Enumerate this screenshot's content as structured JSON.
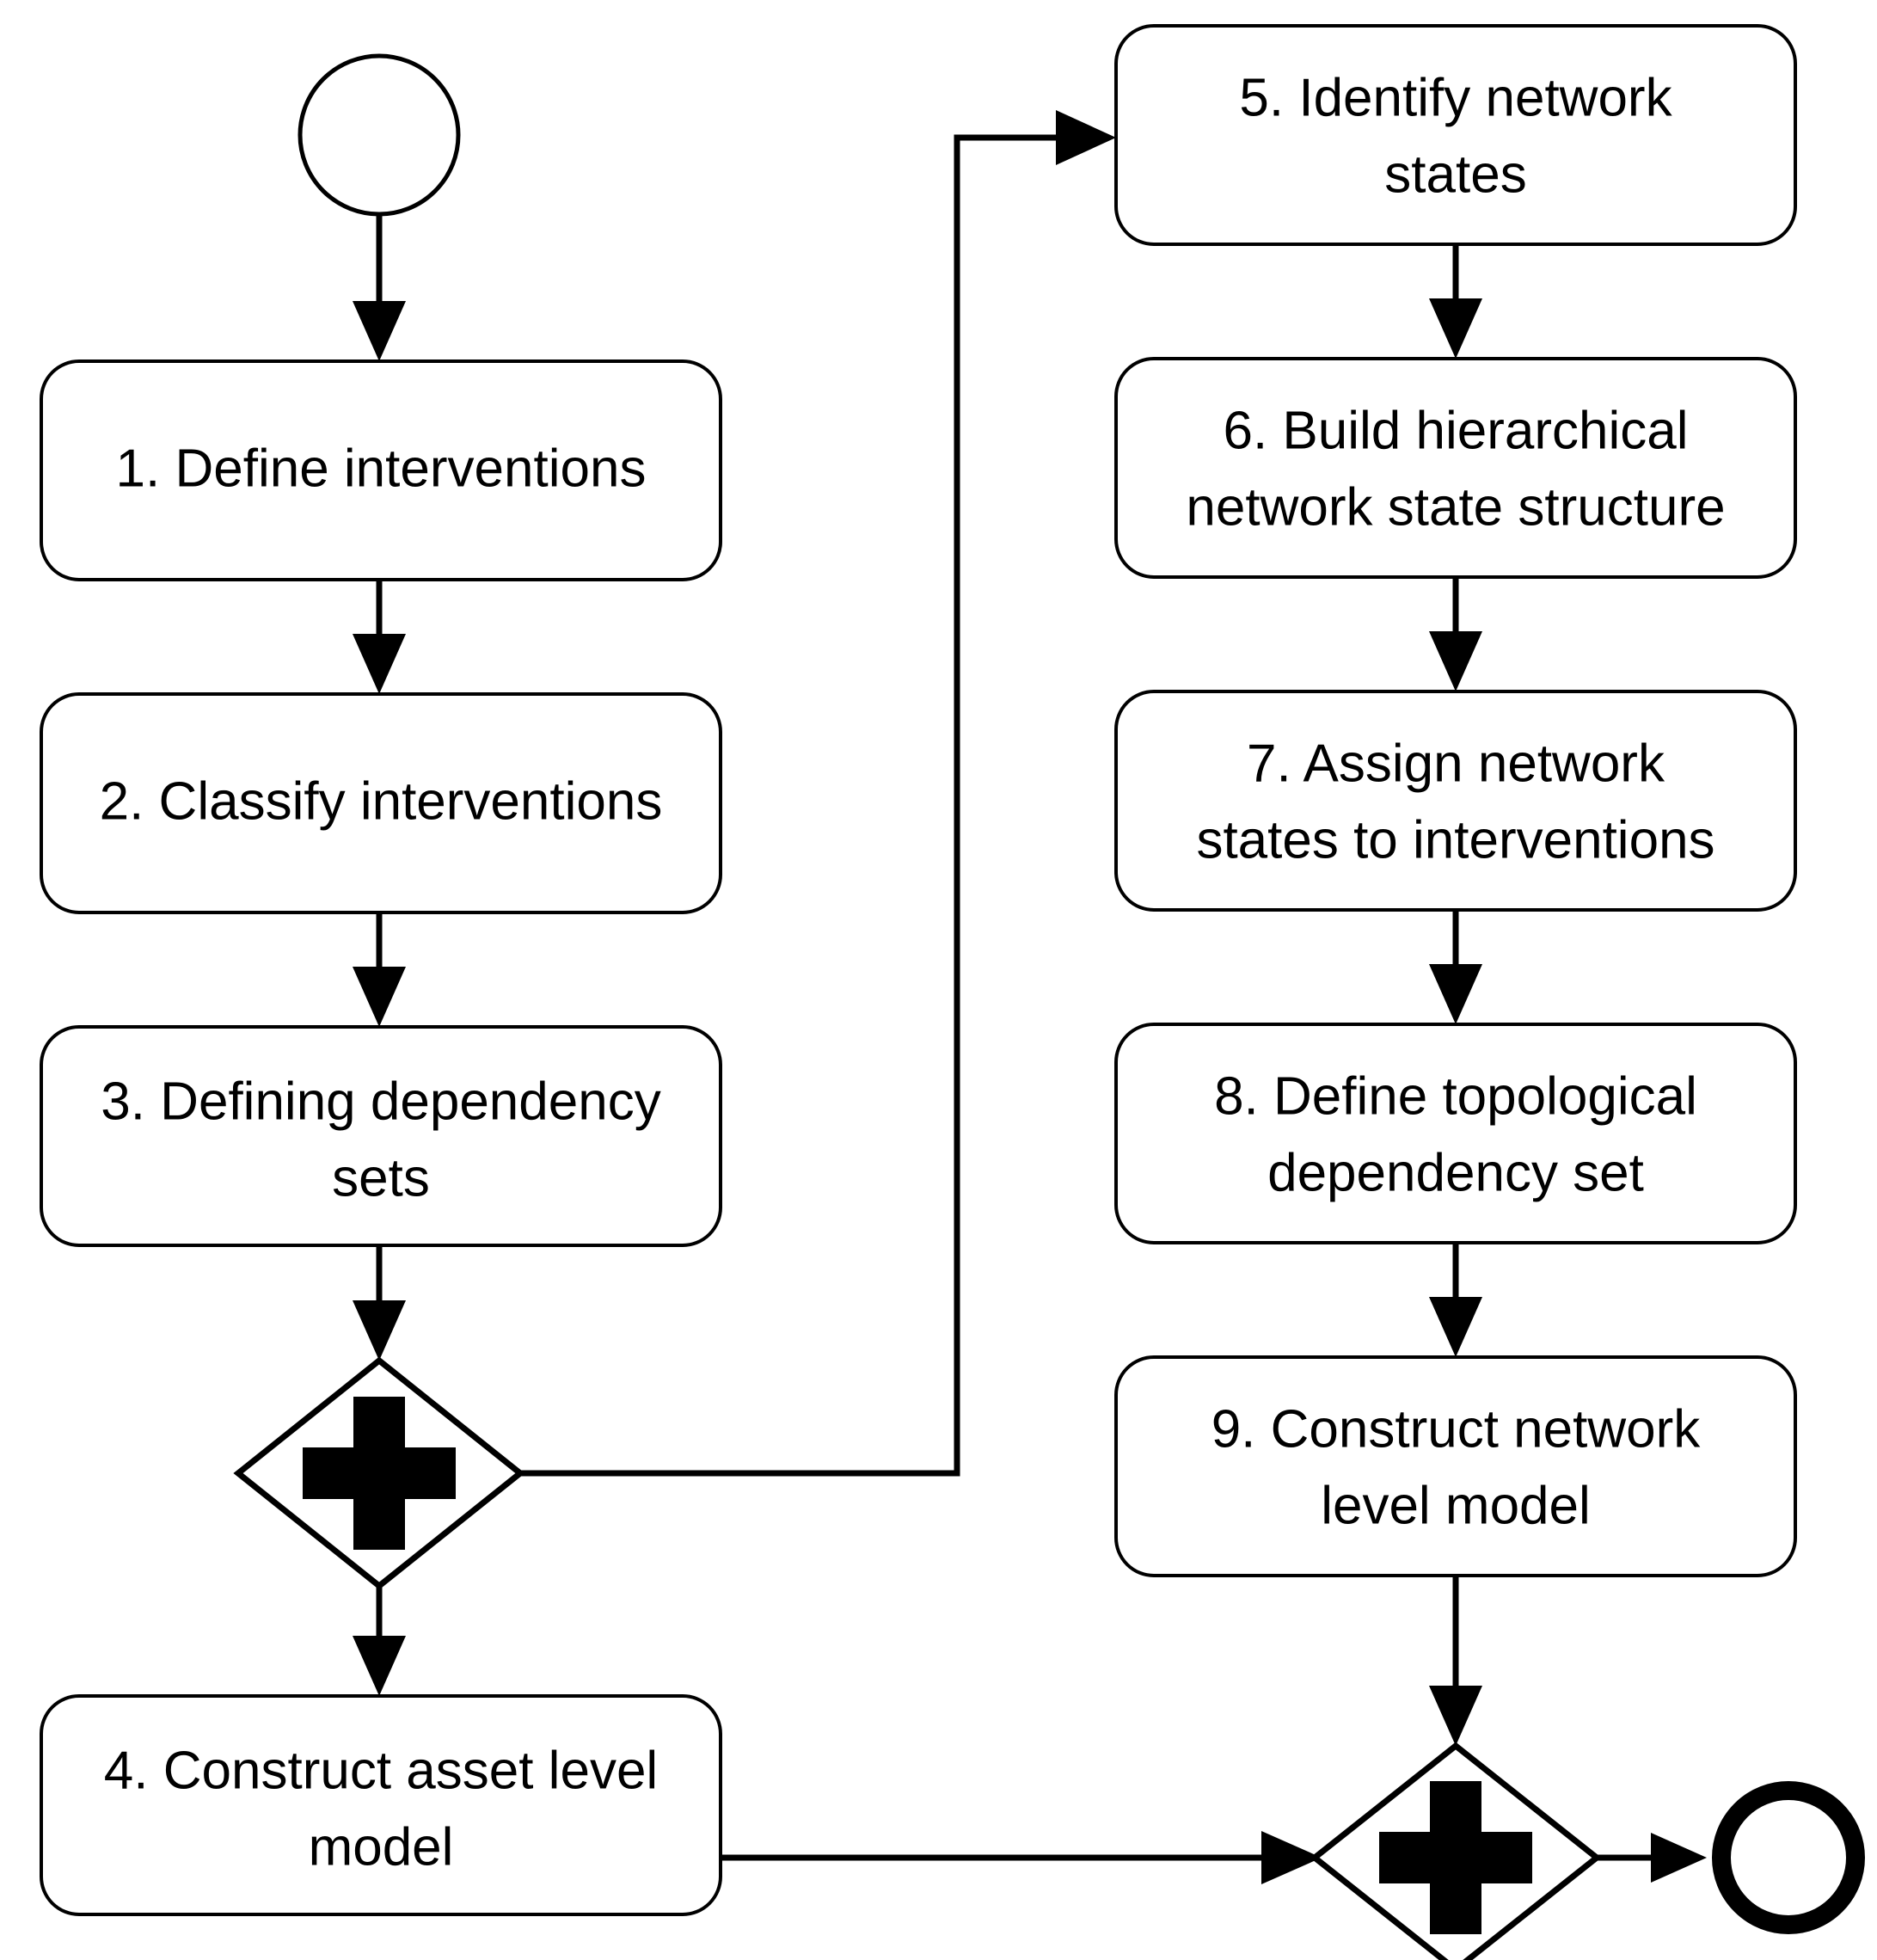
{
  "diagram": {
    "type": "bpmn-flowchart",
    "orientation": "two-column",
    "background_color": "#ffffff",
    "line_color": "#000000",
    "fill_color": "#ffffff"
  },
  "events": {
    "start": {
      "name": "start-event",
      "shape": "circle",
      "label": ""
    },
    "end": {
      "name": "end-event",
      "shape": "thick-circle",
      "label": ""
    }
  },
  "gateways": [
    {
      "id": "split",
      "name": "parallel-gateway-split",
      "symbol": "+",
      "type": "parallel"
    },
    {
      "id": "join",
      "name": "parallel-gateway-join",
      "symbol": "+",
      "type": "parallel"
    }
  ],
  "tasks": [
    {
      "id": "t1",
      "line1": "1. Define interventions",
      "line2": ""
    },
    {
      "id": "t2",
      "line1": "2. Classify interventions",
      "line2": ""
    },
    {
      "id": "t3",
      "line1": "3. Defining dependency",
      "line2": "sets"
    },
    {
      "id": "t4",
      "line1": "4. Construct asset level",
      "line2": "model"
    },
    {
      "id": "t5",
      "line1": "5. Identify network",
      "line2": "states"
    },
    {
      "id": "t6",
      "line1": "6. Build hierarchical",
      "line2": "network state structure"
    },
    {
      "id": "t7",
      "line1": "7. Assign network",
      "line2": "states to interventions"
    },
    {
      "id": "t8",
      "line1": "8. Define topological",
      "line2": "dependency set"
    },
    {
      "id": "t9",
      "line1": "9. Construct network",
      "line2": "level model"
    }
  ],
  "flows": [
    {
      "from": "start",
      "to": "t1"
    },
    {
      "from": "t1",
      "to": "t2"
    },
    {
      "from": "t2",
      "to": "t3"
    },
    {
      "from": "t3",
      "to": "split"
    },
    {
      "from": "split",
      "to": "t4"
    },
    {
      "from": "split",
      "to": "t5"
    },
    {
      "from": "t5",
      "to": "t6"
    },
    {
      "from": "t6",
      "to": "t7"
    },
    {
      "from": "t7",
      "to": "t8"
    },
    {
      "from": "t8",
      "to": "t9"
    },
    {
      "from": "t9",
      "to": "join"
    },
    {
      "from": "t4",
      "to": "join"
    },
    {
      "from": "join",
      "to": "end"
    }
  ]
}
